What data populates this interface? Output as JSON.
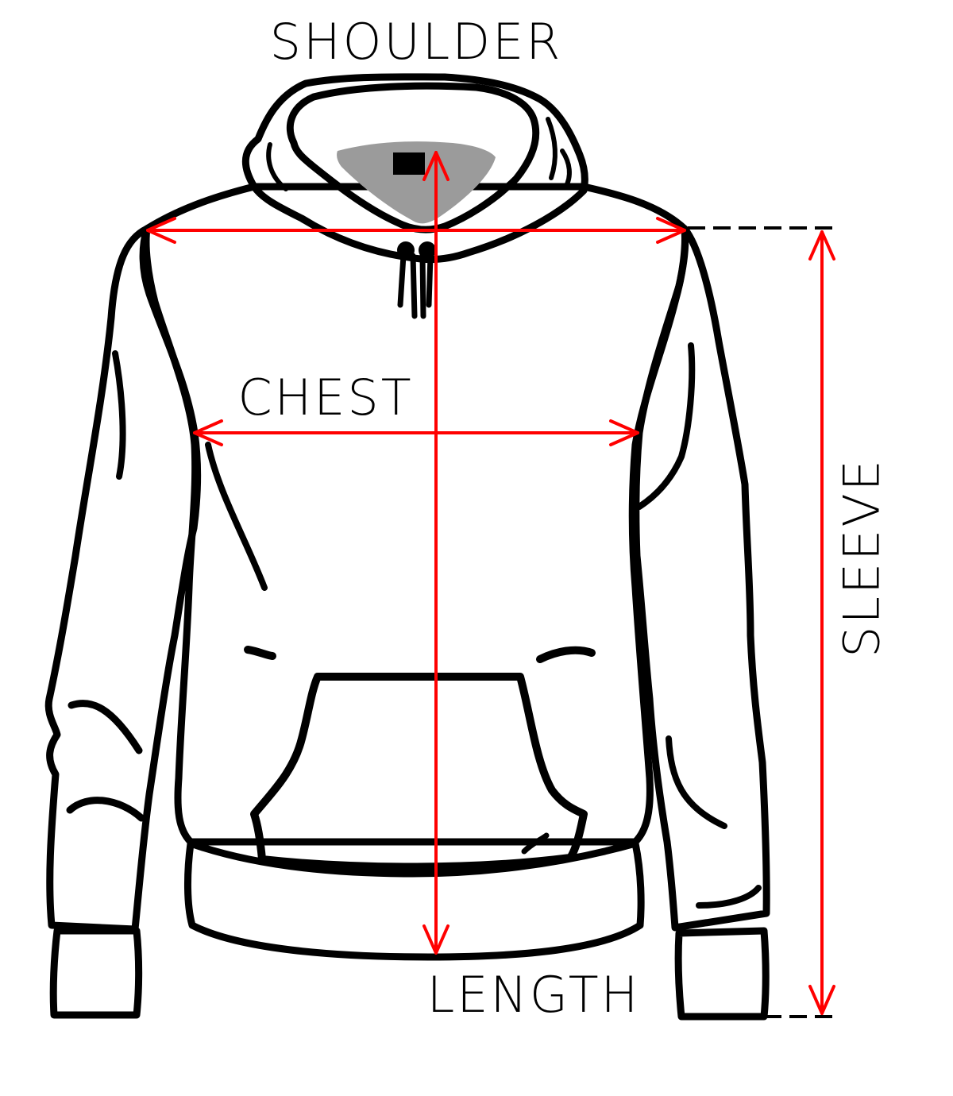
{
  "labels": {
    "shoulder": "SHOULDER",
    "chest": "CHEST",
    "length": "LENGTH",
    "sleeve": "SLEEVE"
  },
  "colors": {
    "outline": "#000000",
    "garment_fill": "#ffffff",
    "hood_inner": "#9b9b9b",
    "arrow": "#ff0000",
    "text": "#000000"
  },
  "icons": {
    "garment": "hoodie-icon"
  }
}
